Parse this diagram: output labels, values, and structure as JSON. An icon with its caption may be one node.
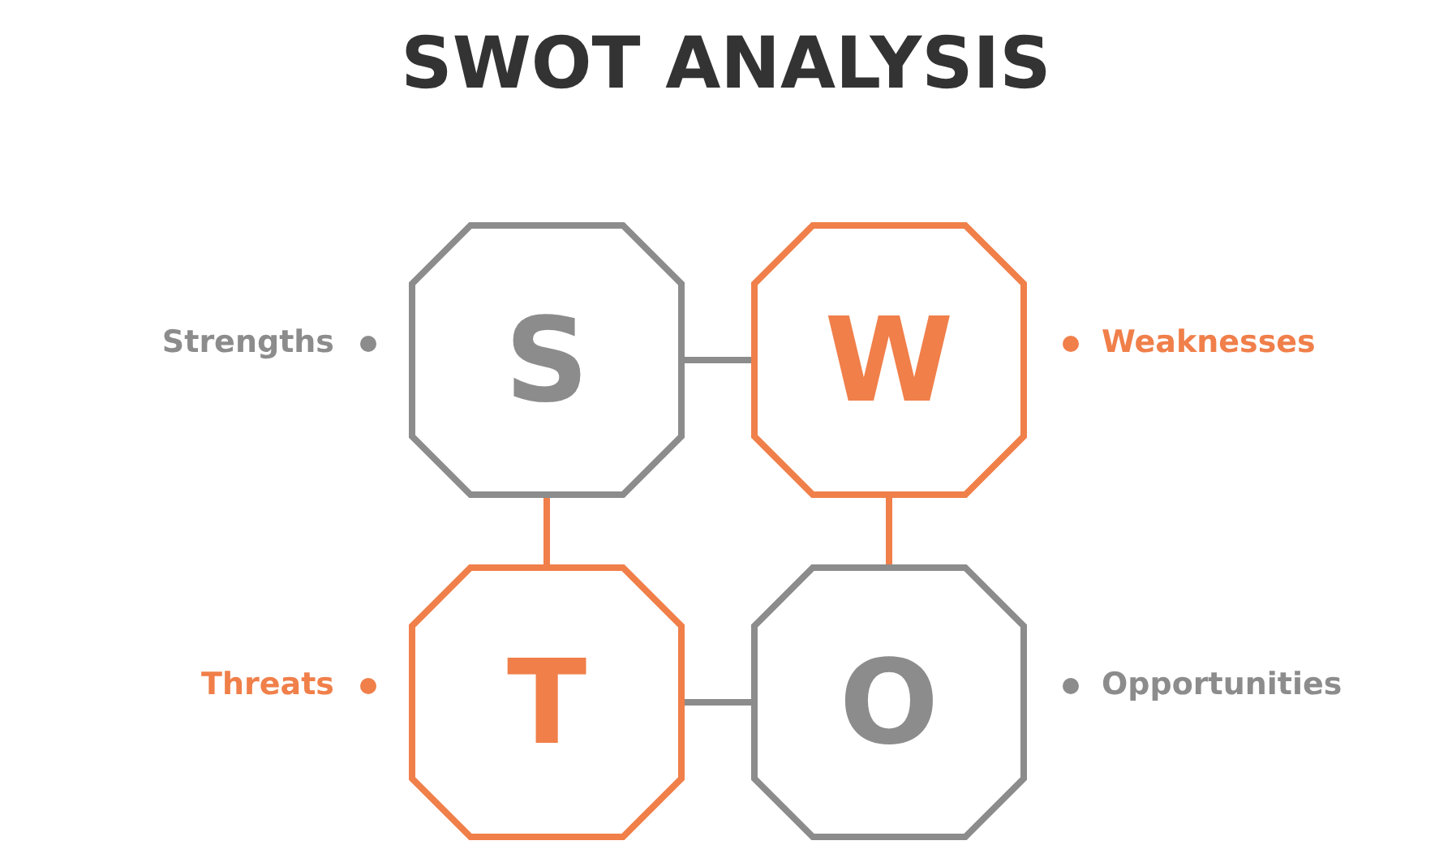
{
  "diagram": {
    "title": "SWOT ANALYSIS",
    "nodes": [
      {
        "text": [
          "S"
        ],
        "beside": [
          "Strengths"
        ]
      },
      {
        "text": [
          "W"
        ],
        "beside": [
          "Weaknesses"
        ]
      },
      {
        "text": [
          "T"
        ],
        "beside": [
          "Threats"
        ]
      },
      {
        "text": [
          "O"
        ],
        "beside": [
          "Opportunities"
        ]
      }
    ],
    "edges": [
      {
        "from": 0,
        "to": 1,
        "arrow": "none",
        "color": "#8c8c8c"
      },
      {
        "from": 0,
        "to": 2,
        "arrow": "none",
        "color": "#f07f4a"
      },
      {
        "from": 1,
        "to": 3,
        "arrow": "none",
        "color": "#f07f4a"
      },
      {
        "from": 2,
        "to": 3,
        "arrow": "none",
        "color": "#8c8c8c"
      }
    ]
  }
}
